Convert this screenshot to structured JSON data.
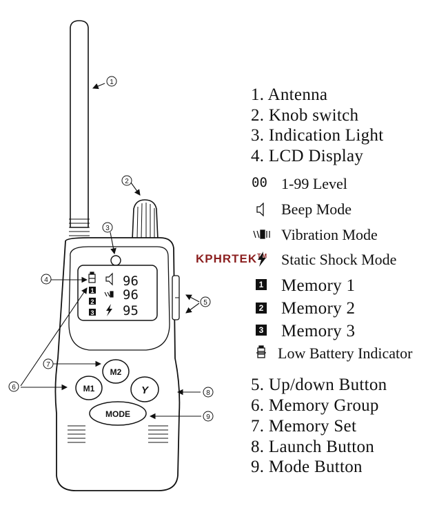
{
  "callouts": [
    "1",
    "2",
    "3",
    "4",
    "5",
    "6",
    "7",
    "8",
    "9"
  ],
  "lcd": {
    "rows": [
      {
        "memory": "1",
        "value": "96"
      },
      {
        "memory": "2",
        "value": "96"
      },
      {
        "memory": "3",
        "value": "95"
      }
    ]
  },
  "buttons": {
    "m1": "M1",
    "m2": "M2",
    "y": "Y",
    "mode": "MODE"
  },
  "parts": [
    "1. Antenna",
    "2. Knob switch",
    "3. Indication Light",
    "4. LCD Display"
  ],
  "lcd_legend": [
    {
      "icon": "seven-segment-icon",
      "glyph": "00",
      "label": "1-99 Level"
    },
    {
      "icon": "speaker-icon",
      "label": "Beep Mode"
    },
    {
      "icon": "vibration-icon",
      "label": "Vibration Mode"
    },
    {
      "icon": "lightning-icon",
      "label": "Static Shock Mode"
    },
    {
      "icon": "memory-1-icon",
      "glyph": "1",
      "label": "Memory 1"
    },
    {
      "icon": "memory-2-icon",
      "glyph": "2",
      "label": "Memory 2"
    },
    {
      "icon": "memory-3-icon",
      "glyph": "3",
      "label": "Memory 3"
    },
    {
      "icon": "battery-icon",
      "label": "Low Battery Indicator"
    }
  ],
  "parts_2": [
    "5. Up/down Button",
    "6. Memory Group",
    "7. Memory Set",
    "8. Launch Button",
    "9. Mode Button"
  ],
  "brand": {
    "name": "KPHRTEK",
    "mark": "TM"
  }
}
